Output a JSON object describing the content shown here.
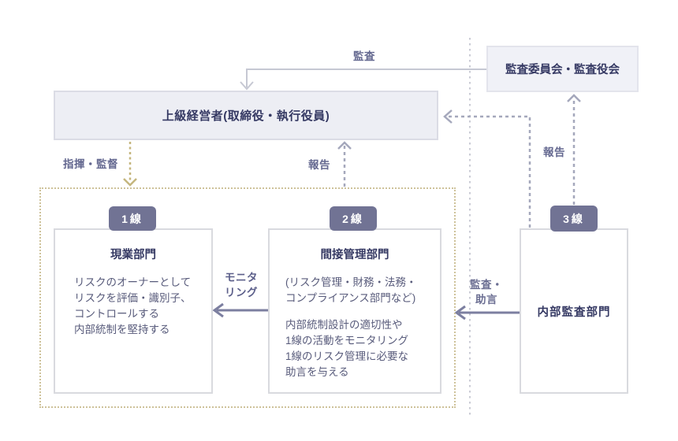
{
  "diagram": {
    "boxes": {
      "audit_committee": {
        "label": "監査委員会・監査役会"
      },
      "senior_management": {
        "label": "上級経営者(取締役・執行役員)"
      },
      "line1": {
        "badge": "1線",
        "title": "現業部門",
        "body": [
          "リスクのオーナーとして",
          "リスクを評価・識別子、",
          "コントロールする",
          "内部統制を堅持する"
        ]
      },
      "line2": {
        "badge": "2線",
        "title": "間接管理部門",
        "body1": [
          "(リスク管理・財務・法務・",
          "コンプライアンス部門など)"
        ],
        "body2": [
          "内部統制設計の適切性や",
          "1線の活動をモニタリング",
          "1線のリスク管理に必要な",
          "助言を与える"
        ]
      },
      "line3": {
        "badge": "3線",
        "title": "内部監査部門"
      }
    },
    "labels": {
      "audit": "監査",
      "command": "指揮・監督",
      "report_left": "報告",
      "report_right": "報告",
      "monitoring": [
        "モニタ",
        "リング"
      ],
      "audit_advice": [
        "監査・",
        "助言"
      ]
    },
    "colors": {
      "title_text": "#353963",
      "body_text": "#585B7B",
      "label_text": "#646890",
      "badge_bg": "#717394",
      "box_fill": "#EDEEF4",
      "box_border": "#DBDCE5",
      "white_box_border": "#D9DADF",
      "tan_dotted": "#CEC29A",
      "tan_arrow": "#C5B67E",
      "gray_dashed": "#A5A8BC",
      "gray_line": "#C6C8D3",
      "solid_arrow": "#7C7FA0",
      "separator_dotted": "#CACBD5"
    }
  }
}
